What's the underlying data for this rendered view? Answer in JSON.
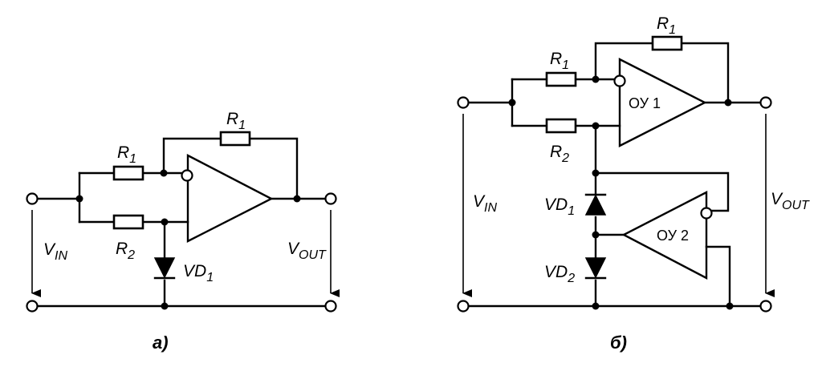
{
  "figure_a": {
    "caption": "а)",
    "labels": {
      "r1_top": "R",
      "r1_top_sub": "1",
      "r1": "R",
      "r1_sub": "1",
      "r2": "R",
      "r2_sub": "2",
      "vd1": "VD",
      "vd1_sub": "1",
      "vin": "V",
      "vin_sub": "IN",
      "vout": "V",
      "vout_sub": "OUT"
    }
  },
  "figure_b": {
    "caption": "б)",
    "labels": {
      "r1_top": "R",
      "r1_top_sub": "1",
      "r1": "R",
      "r1_sub": "1",
      "r2": "R",
      "r2_sub": "2",
      "vd1": "VD",
      "vd1_sub": "1",
      "vd2": "VD",
      "vd2_sub": "2",
      "vin": "V",
      "vin_sub": "IN",
      "vout": "V",
      "vout_sub": "OUT",
      "opamp1": "ОУ 1",
      "opamp2": "ОУ 2"
    }
  }
}
